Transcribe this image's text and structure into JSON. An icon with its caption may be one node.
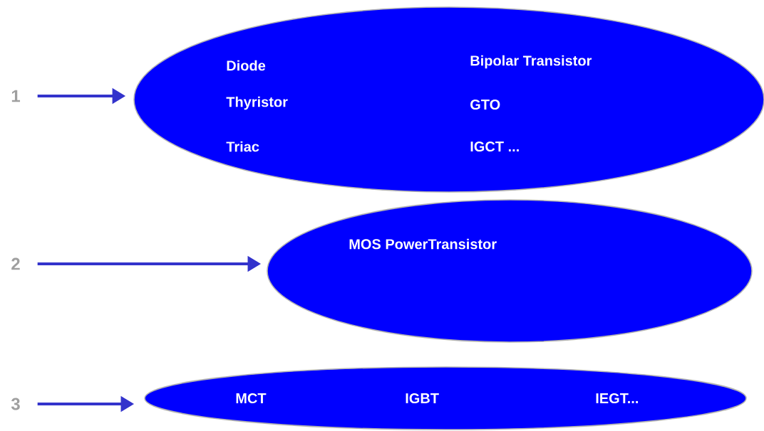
{
  "diagram": {
    "nodes": [
      {
        "text": [
          "1"
        ]
      },
      {
        "text": [
          "Diode",
          "Bipolar Transistor",
          "Thyristor",
          "GTO",
          "Triac",
          "IGCT ..."
        ]
      },
      {
        "text": [
          "2"
        ]
      },
      {
        "text": [
          "MOS PowerTransistor"
        ]
      },
      {
        "text": [
          "3"
        ]
      },
      {
        "text": [
          "MCT",
          "IGBT",
          "IEGT..."
        ]
      }
    ],
    "edges": [
      {
        "from": 0,
        "to": 1,
        "arrow": "to"
      },
      {
        "from": 2,
        "to": 3,
        "arrow": "to"
      },
      {
        "from": 4,
        "to": 5,
        "arrow": "to"
      }
    ]
  }
}
